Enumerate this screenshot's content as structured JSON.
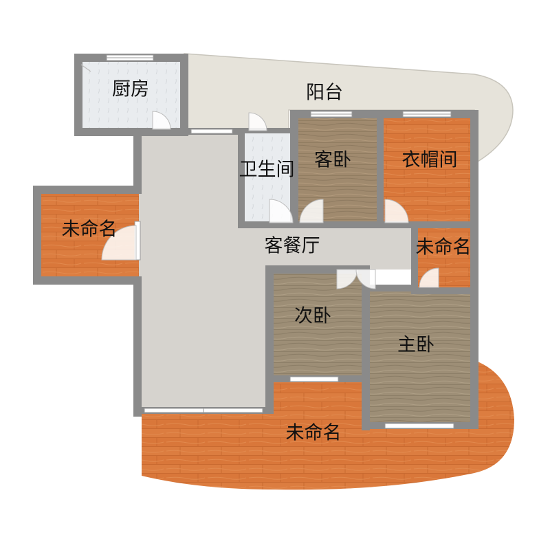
{
  "colors": {
    "wall": "#8a8a8a",
    "living_floor": "#d6d3ce",
    "balcony_floor": "#e6e3da",
    "tile_floor": "#e9ecef",
    "wood_orange": "#d9773a",
    "wood_brown": "#a08a6e",
    "bedroom_brown": "#9d8e76"
  },
  "rooms": {
    "kitchen": "厨房",
    "balcony": "阳台",
    "bathroom": "卫生间",
    "guest_bedroom": "客卧",
    "cloakroom": "衣帽间",
    "unnamed_left": "未命名",
    "living_dining": "客餐厅",
    "unnamed_right": "未命名",
    "second_bedroom": "次卧",
    "master_bedroom": "主卧",
    "unnamed_bottom": "未命名"
  }
}
